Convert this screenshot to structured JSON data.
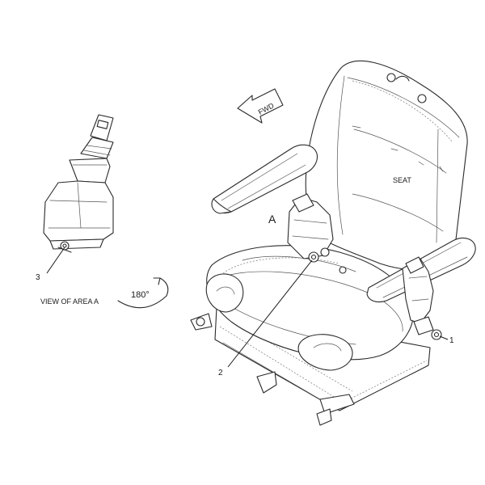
{
  "labels": {
    "seat": "SEAT",
    "fwd": "FWD",
    "area": "A",
    "view": "VIEW OF AREA A",
    "rotation": "180°",
    "callout_1": "1",
    "callout_2": "2",
    "callout_3": "3"
  },
  "colors": {
    "line": "#2a2a2a",
    "background": "#ffffff"
  }
}
